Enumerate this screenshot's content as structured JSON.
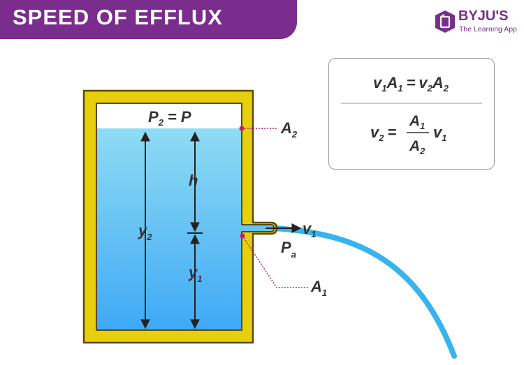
{
  "header": {
    "title": "SPEED OF EFFLUX"
  },
  "brand": {
    "name": "BYJU'S",
    "tagline": "The Learning App"
  },
  "colors": {
    "banner": "#7a2d8c",
    "tank_wall": "#e8cf0c",
    "tank_outline": "#5a4a00",
    "water_top": "#8fdcf4",
    "water_bottom": "#3fa9f5",
    "jet": "#35b4ee",
    "marker": "#c0206a"
  },
  "labels": {
    "p2": {
      "main": "P",
      "sub": "2",
      "rhs": "= P"
    },
    "a2": {
      "main": "A",
      "sub": "2"
    },
    "h": {
      "main": "h"
    },
    "y2": {
      "main": "y",
      "sub": "2"
    },
    "y1": {
      "main": "y",
      "sub": "1"
    },
    "v1": {
      "main": "v",
      "sub": "1"
    },
    "pa": {
      "main": "P",
      "sub": "a"
    },
    "a1": {
      "main": "A",
      "sub": "1"
    }
  },
  "formulas": {
    "continuity": {
      "v": "v",
      "s1": "1",
      "a": "A",
      "s1b": "1",
      "eq": "=",
      "v2": "v",
      "s2": "2",
      "a2": "A",
      "s2b": "2"
    },
    "speed": {
      "lhs_main": "v",
      "lhs_sub": "2",
      "eq": "=",
      "num_main": "A",
      "num_sub": "1",
      "den_main": "A",
      "den_sub": "2",
      "rhs_main": "v",
      "rhs_sub": "1"
    }
  }
}
